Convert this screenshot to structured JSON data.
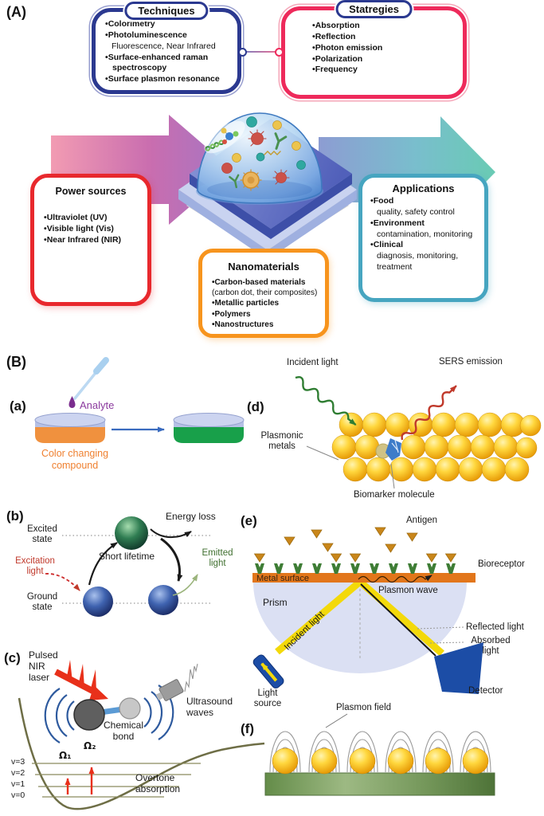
{
  "colors": {
    "techniques_border": "#2b3990",
    "strategies_border": "#ee2a5b",
    "power_border": "#e8282d",
    "applications_border": "#46a5c0",
    "nanomaterials_border": "#f7941d",
    "left_arrow_pink": "#ee7ba4",
    "left_arrow_purple": "#9d6cc0",
    "right_arrow_blue": "#8495cf",
    "right_arrow_teal": "#5ec7ae",
    "gold_particle": "#f0ad08",
    "analyte_purple": "#8b3a9e",
    "compound_orange": "#ef8030"
  },
  "panel_a": {
    "label": "(A)",
    "techniques": {
      "title": "Techniques",
      "items": [
        {
          "text": "Colorimetry"
        },
        {
          "text": "Photoluminescence",
          "sub": "Fluorescence, Near Infrared"
        },
        {
          "text": "Surface-enhanced raman spectroscopy"
        },
        {
          "text": "Surface plasmon resonance"
        }
      ]
    },
    "strategies": {
      "title": "Statregies",
      "items": [
        {
          "text": "Absorption"
        },
        {
          "text": "Reflection"
        },
        {
          "text": "Photon emission"
        },
        {
          "text": "Polarization"
        },
        {
          "text": "Frequency"
        }
      ]
    },
    "power_sources": {
      "title": "Power sources",
      "items": [
        {
          "text": "Ultraviolet (UV)"
        },
        {
          "text": "Visible light (Vis)"
        },
        {
          "text": "Near Infrared (NIR)"
        }
      ]
    },
    "applications": {
      "title": "Applications",
      "items": [
        {
          "text": "Food",
          "sub": "quality, safety control"
        },
        {
          "text": "Environment",
          "sub": "contamination, monitoring"
        },
        {
          "text": "Clinical",
          "sub": "diagnosis, monitoring, treatment"
        }
      ]
    },
    "nanomaterials": {
      "title": "Nanomaterials",
      "items": [
        {
          "text": "Carbon-based materials",
          "sub": "(carbon dot, their composites)"
        },
        {
          "text": "Metallic particles"
        },
        {
          "text": "Polymers"
        },
        {
          "text": "Nanostructures"
        }
      ]
    }
  },
  "panel_b": {
    "label": "(B)",
    "fig_a": {
      "label": "(a)",
      "analyte": "Analyte",
      "compound": "Color changing compound"
    },
    "fig_d": {
      "label": "(d)",
      "incident_light": "Incident light",
      "sers_emission": "SERS emission",
      "plasmonic_metals": "Plasmonic metals",
      "biomarker_molecule": "Biomarker molecule"
    },
    "fig_b": {
      "label": "(b)",
      "excited_state": "Excited state",
      "ground_state": "Ground state",
      "excitation_light": "Excitation light",
      "short_lifetime": "Short lifetime",
      "energy_loss": "Energy loss",
      "emitted_light": "Emitted light"
    },
    "fig_c": {
      "label": "(c)",
      "pulsed_nir_laser": "Pulsed NIR laser",
      "chemical_bond": "Chemical bond",
      "ultrasound_waves": "Ultrasound waves",
      "overtone_absorption": "Overtone absorption",
      "levels": [
        "v=3",
        "v=2",
        "v=1",
        "v=0"
      ],
      "omega1": "Ω₁",
      "omega2": "Ω₂"
    },
    "fig_e": {
      "label": "(e)",
      "antigen": "Antigen",
      "bioreceptor": "Bioreceptor",
      "metal_surface": "Metal surface",
      "plasmon_wave": "Plasmon wave",
      "prism": "Prism",
      "incident_light": "Incident light",
      "reflected_light": "Reflected light",
      "absorbed_light": "Absorbed light",
      "light_source": "Light source",
      "detector": "Detector"
    },
    "fig_f": {
      "label": "(f)",
      "plasmon_field": "Plasmon field"
    }
  }
}
